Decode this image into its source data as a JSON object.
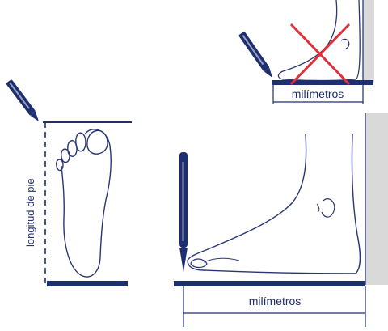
{
  "labels": {
    "foot_length": "longitud de pie",
    "millimeters_top": "milímetros",
    "millimeters_bottom": "milímetros"
  },
  "icons": {
    "pen": "pen-icon",
    "wrong_mark": "cross-mark-icon"
  },
  "colors": {
    "ink": "#1d2f6f",
    "outline": "#2a3675",
    "cross": "#e0303a",
    "wall": "#d9d9d9",
    "guide": "#1d2f6f"
  }
}
